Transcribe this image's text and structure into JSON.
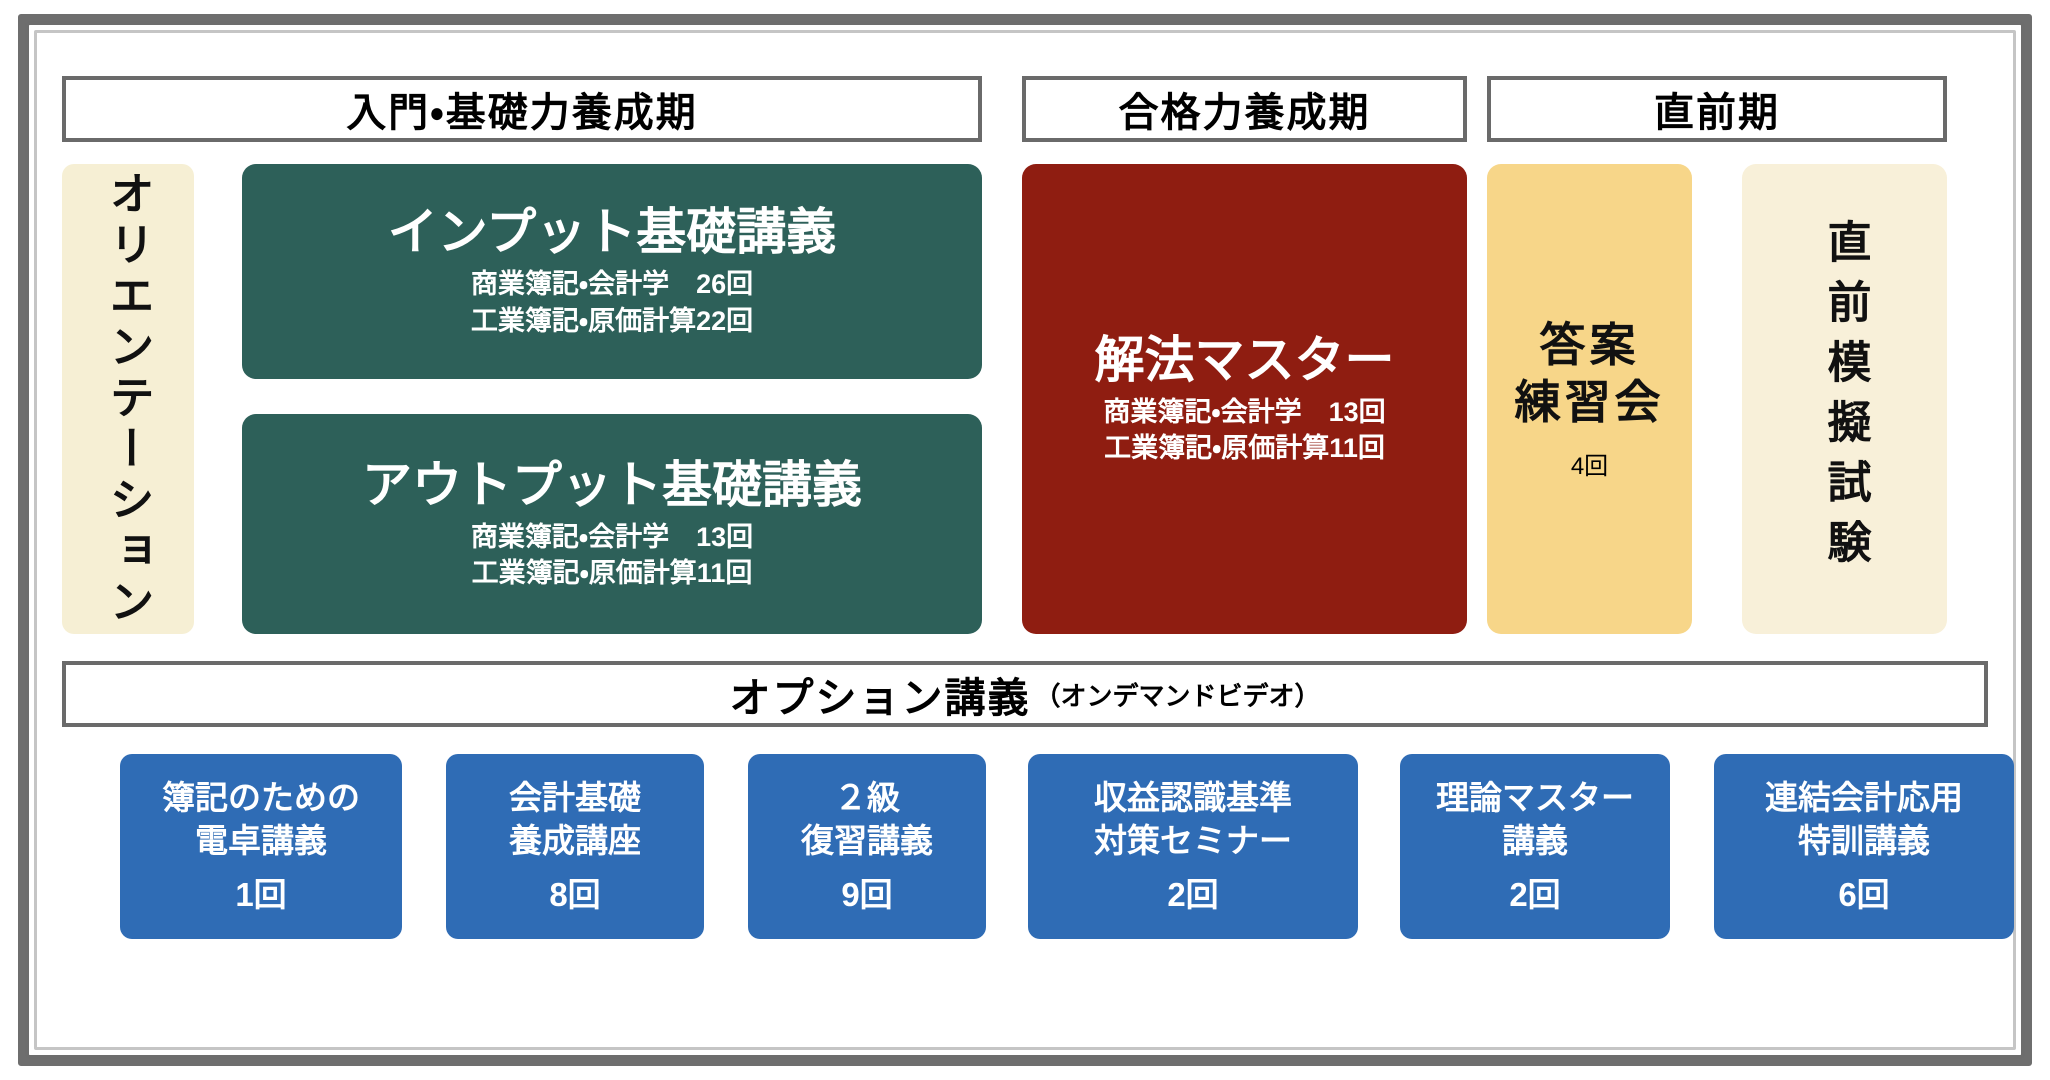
{
  "colors": {
    "frame": "#6e6e6e",
    "phase_border": "#6a6a6a",
    "teal": "#2d6059",
    "dark_red": "#8f1d11",
    "cream": "#f6efd4",
    "amber": "#f7d689",
    "light_cream": "#f8f0d9",
    "blue": "#2f6cb5"
  },
  "phases": [
    {
      "label": "入門・基礎力養成期"
    },
    {
      "label": "合格力養成期"
    },
    {
      "label": "直前期"
    }
  ],
  "courses": {
    "orientation": {
      "label": "オリエンテーション"
    },
    "input_basic": {
      "title": "インプット基礎講義",
      "sub_lines": [
        "商業簿記・会計学　26回",
        "工業簿記・原価計算22回"
      ]
    },
    "output_basic": {
      "title": "アウトプット基礎講義",
      "sub_lines": [
        "商業簿記・会計学　13回",
        "工業簿記・原価計算11回"
      ]
    },
    "kaihou_master": {
      "title": "解法マスター",
      "sub_lines": [
        "商業簿記・会計学　13回",
        "工業簿記・原価計算11回"
      ]
    },
    "touan_renshu": {
      "title": "答案\n練習会",
      "count": "4回"
    },
    "chokuzen_moshi": {
      "label": "直前模擬試験"
    }
  },
  "option_banner": {
    "main": "オプション講義",
    "paren": "（オンデマンドビデオ）"
  },
  "option_courses": [
    {
      "label": "簿記のための\n電卓講義",
      "count": "1回"
    },
    {
      "label": "会計基礎\n養成講座",
      "count": "8回"
    },
    {
      "label": "２級\n復習講義",
      "count": "9回"
    },
    {
      "label": "収益認識基準\n対策セミナー",
      "count": "2回"
    },
    {
      "label": "理論マスター\n講義",
      "count": "2回"
    },
    {
      "label": "連結会計応用\n特訓講義",
      "count": "6回"
    }
  ]
}
